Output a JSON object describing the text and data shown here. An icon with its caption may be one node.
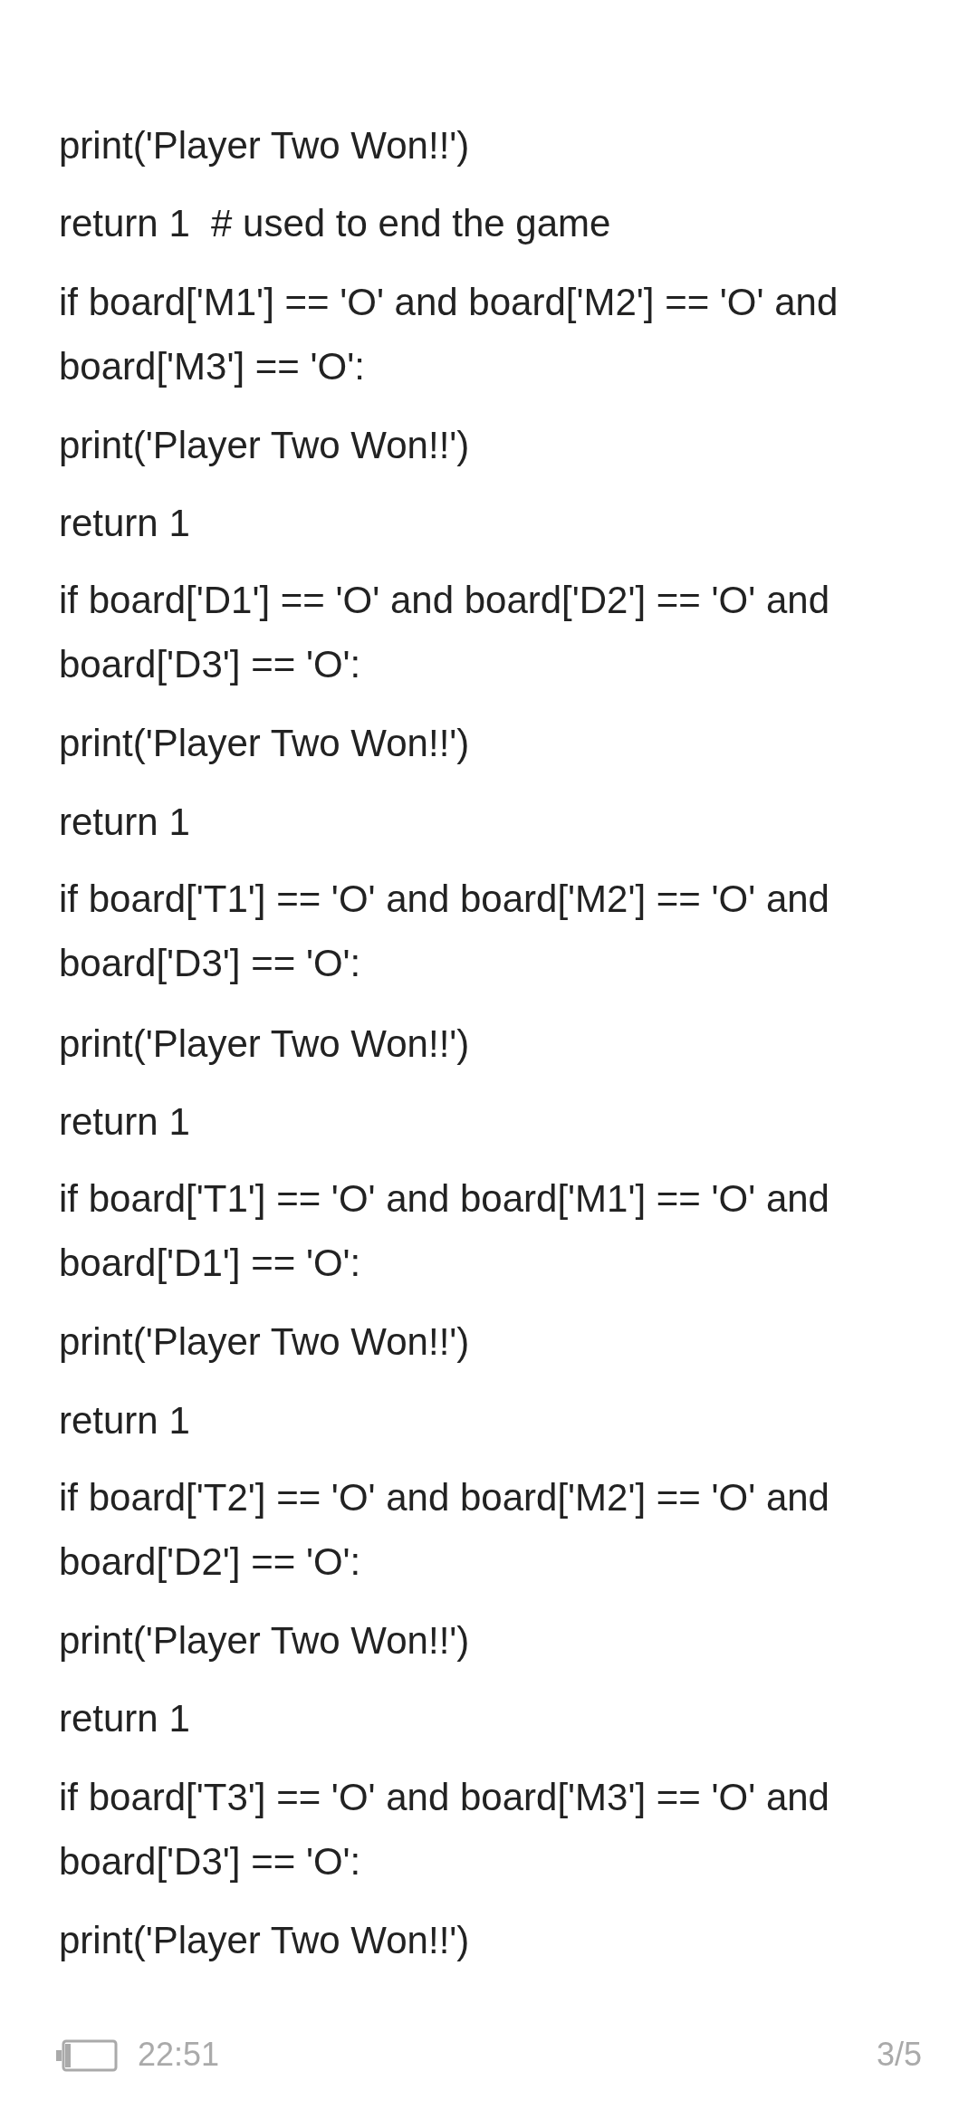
{
  "diagram": {
    "labels": [
      "print('Player Two Won!!')",
      "return 1  # used to end the game",
      "if board['M1'] == 'O' and board['M2'] == 'O' and board['M3'] == 'O':",
      "print('Player Two Won!!')",
      "return 1",
      "if board['D1'] == 'O' and board['D2'] == 'O' and board['D3'] == 'O':",
      "print('Player Two Won!!')",
      "return 1",
      "if board['T1'] == 'O' and board['M2'] == 'O' and board['D3'] == 'O':",
      "print('Player Two Won!!')",
      "return 1",
      "if board['T1'] == 'O' and board['M1'] == 'O' and board['D1'] == 'O':",
      "print('Player Two Won!!')",
      "return 1",
      "if board['T2'] == 'O' and board['M2'] == 'O' and board['D2'] == 'O':",
      "print('Player Two Won!!')",
      "return 1",
      "if board['T3'] == 'O' and board['M3'] == 'O' and board['D3'] == 'O':",
      "print('Player Two Won!!')",
      "22:51",
      "3/5"
    ]
  }
}
